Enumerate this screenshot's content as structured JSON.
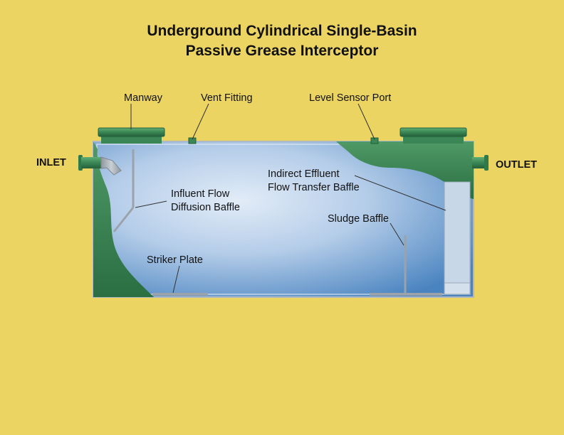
{
  "title": {
    "line1": "Underground Cylindrical Single-Basin",
    "line2": "Passive Grease Interceptor"
  },
  "labels": {
    "manway": "Manway",
    "vent_fitting": "Vent Fitting",
    "level_sensor_port": "Level Sensor Port",
    "inlet": "INLET",
    "outlet": "OUTLET",
    "indirect_baffle_line1": "Indirect Effluent",
    "indirect_baffle_line2": "Flow Transfer Baffle",
    "influent_baffle_line1": "Influent Flow",
    "influent_baffle_line2": "Diffusion Baffle",
    "sludge_baffle": "Sludge Baffle",
    "striker_plate": "Striker Plate"
  },
  "colors": {
    "background": "#ecd462",
    "tank_green": "#2f7a4a",
    "tank_green_light": "#55a06a",
    "water_light": "#d8e6f4",
    "water_dark": "#4d86c2",
    "steel": "#9fa8b0"
  }
}
